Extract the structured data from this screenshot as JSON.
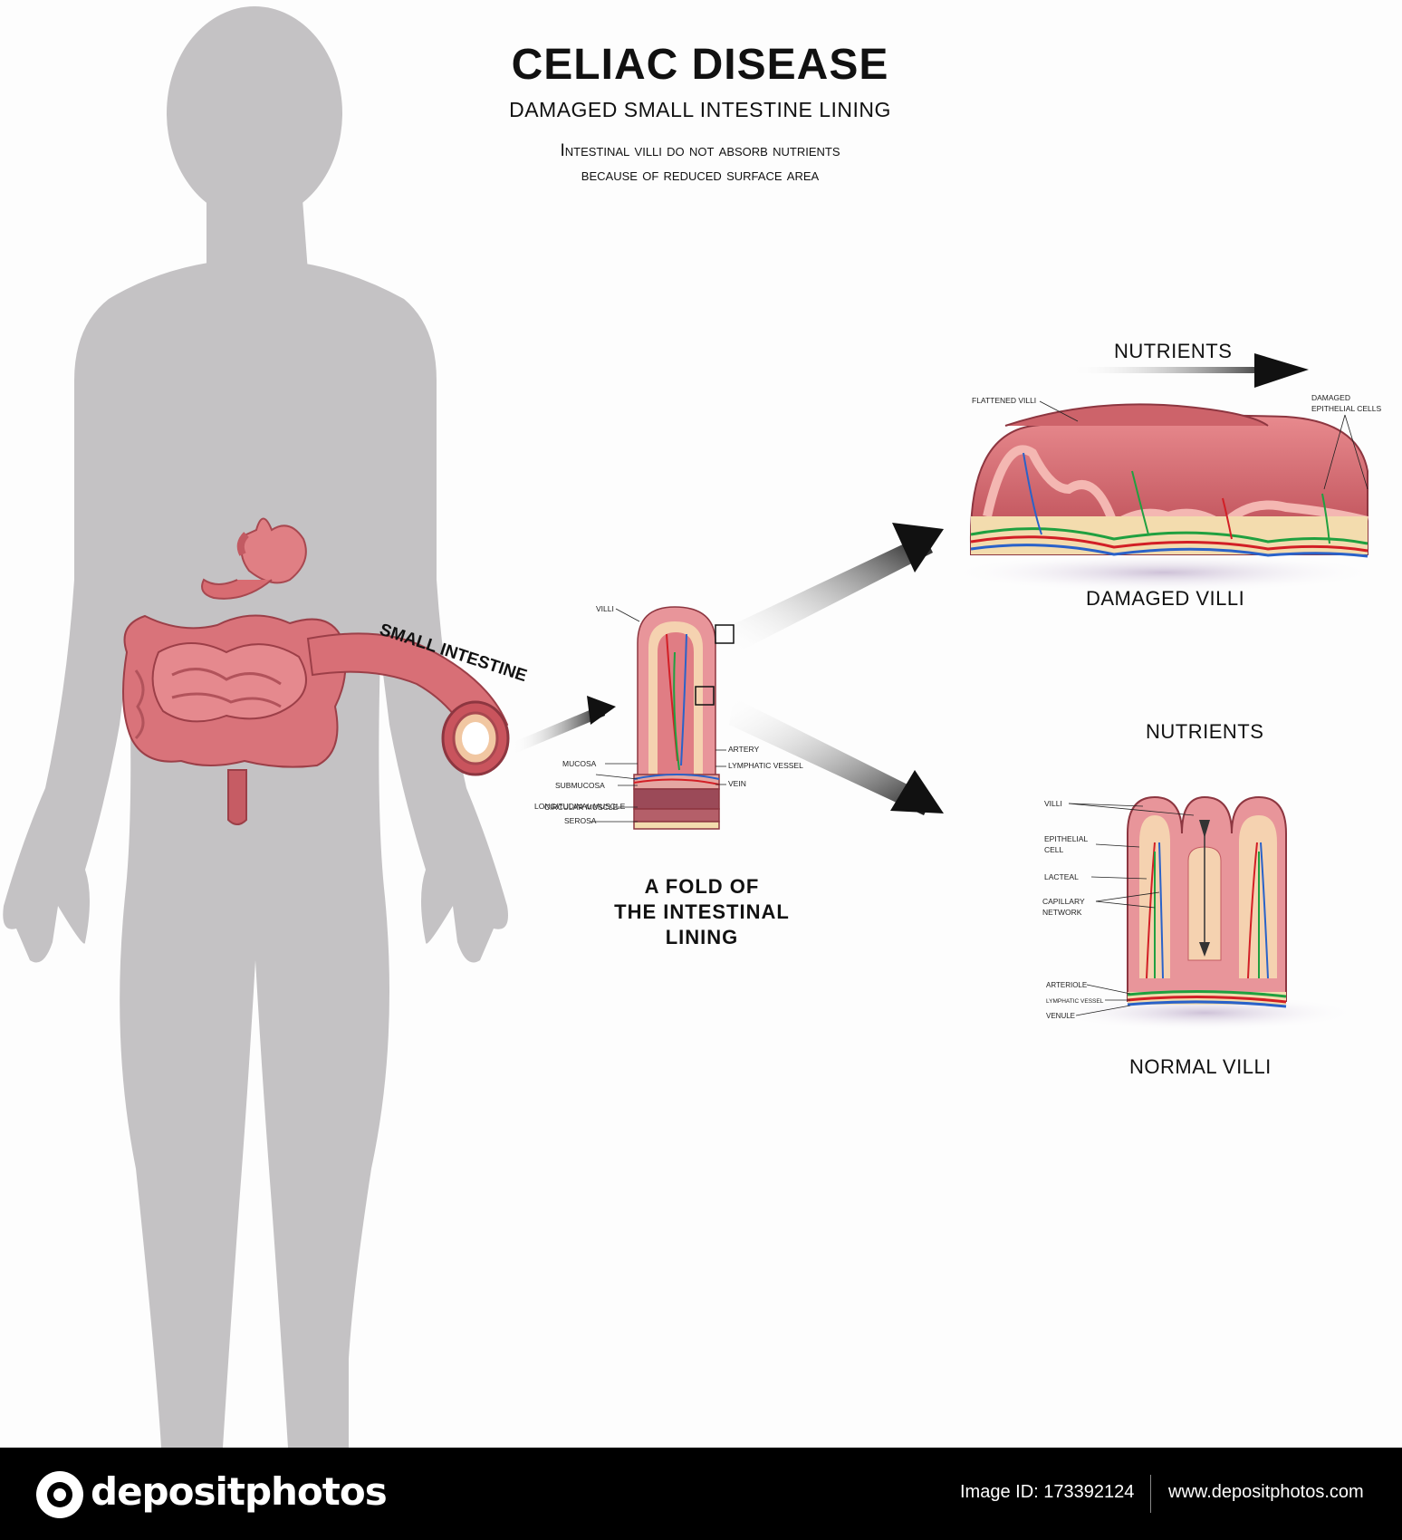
{
  "header": {
    "title": "CELIAC DISEASE",
    "subtitle": "DAMAGED SMALL INTESTINE LINING",
    "description_line1": "Intestinal villi do not absorb nutrients",
    "description_line2": "because of reduced surface area"
  },
  "body_labels": {
    "small_intestine": "SMALL INTESTINE"
  },
  "fold": {
    "caption_line1": "A FOLD OF",
    "caption_line2": "THE INTESTINAL",
    "caption_line3": "LINING",
    "labels": {
      "villi": "VILLI",
      "mucosa": "MUCOSA",
      "submucosa": "SUBMUCOSA",
      "circular_muscle": "CIRCULAR MUSCLE",
      "longitudinal_muscle": "LONGITUDINAL MUSCLE",
      "serosa": "SEROSA",
      "artery": "ARTERY",
      "lymphatic_vessel": "LYMPHATIC VESSEL",
      "vein": "VEIN"
    }
  },
  "damaged": {
    "nutrients": "NUTRIENTS",
    "caption": "DAMAGED VILLI",
    "flattened_villi": "FLATTENED VILLI",
    "damaged_cells_line1": "DAMAGED",
    "damaged_cells_line2": "EPITHELIAL CELLS"
  },
  "normal": {
    "nutrients": "NUTRIENTS",
    "caption": "NORMAL VILLI",
    "labels": {
      "villi": "VILLI",
      "epithelial_line1": "EPITHELIAL",
      "epithelial_line2": "CELL",
      "lacteal": "LACTEAL",
      "capillary_line1": "CAPILLARY",
      "capillary_line2": "NETWORK",
      "arteriole": "ARTERIOLE",
      "lymphatic_vessel": "LYMPHATIC VESSEL",
      "venule": "VENULE"
    }
  },
  "footer": {
    "brand": "depositphotos",
    "image_id": "Image ID: 173392124",
    "url": "www.depositphotos.com"
  },
  "colors": {
    "silhouette": "#c4c2c4",
    "tissue": "#d9767a",
    "tissue_dark": "#a8414b",
    "artery": "#d21f26",
    "vein": "#2a62c9",
    "lymph": "#20a040",
    "serosa": "#f3dcae"
  }
}
